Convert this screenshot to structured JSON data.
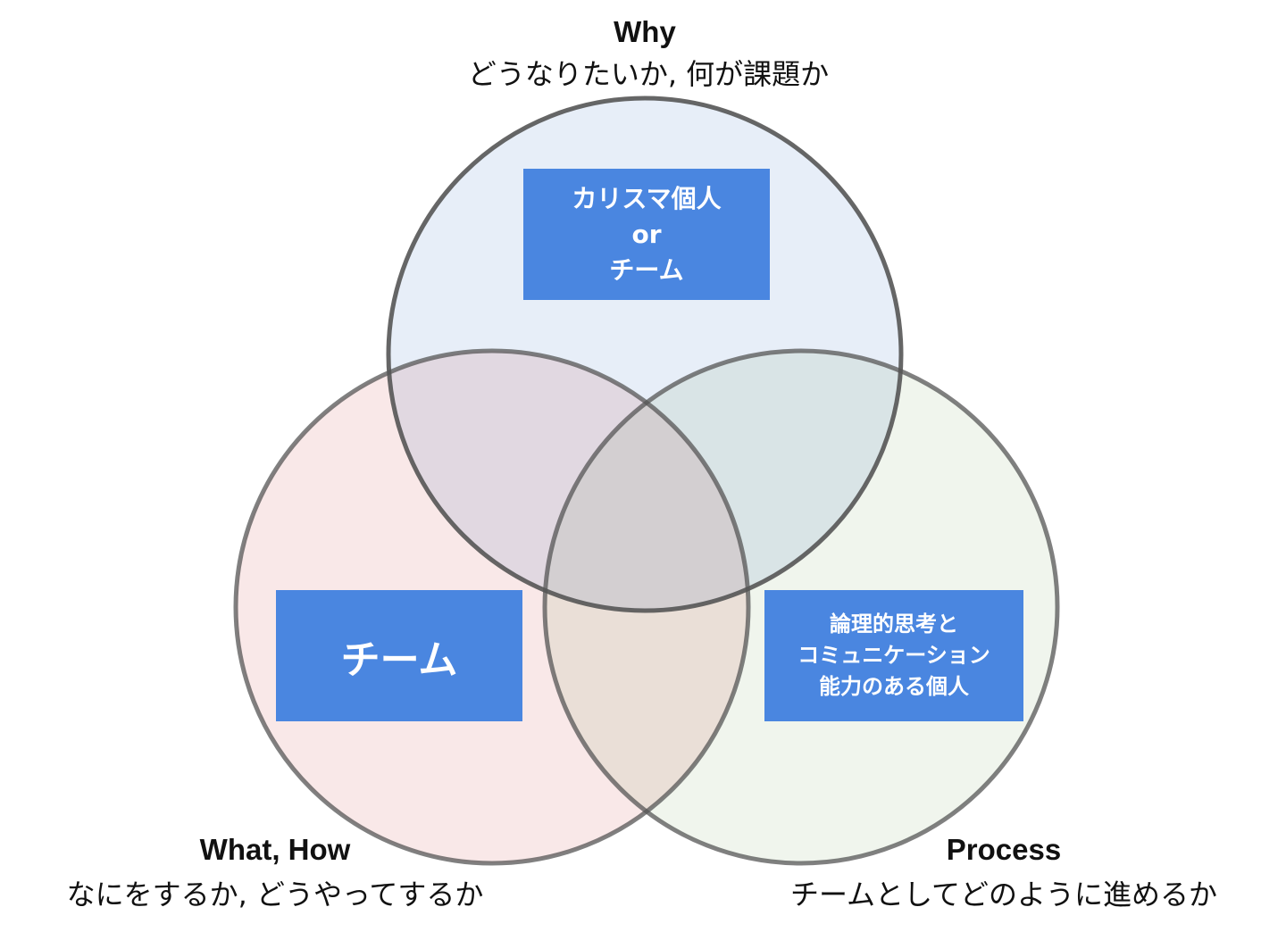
{
  "colors": {
    "top_fill": "#e7eef8",
    "left_fill": "#f9e8e8",
    "right_fill": "#f0f5ed",
    "stroke": "#555555",
    "box": "#4a86e0"
  },
  "why": {
    "title": "Why",
    "subtitle": "どうなりたいか, 何が課題か",
    "box_lines": [
      "カリスマ個人",
      "or",
      "チーム"
    ]
  },
  "what": {
    "title": "What, How",
    "subtitle": "なにをするか, どうやってするか",
    "box_lines": [
      "チーム"
    ]
  },
  "process": {
    "title": "Process",
    "subtitle": "チームとしてどのように進めるか",
    "box_lines": [
      "論理的思考と",
      "コミュニケーション",
      "能力のある個人"
    ]
  }
}
